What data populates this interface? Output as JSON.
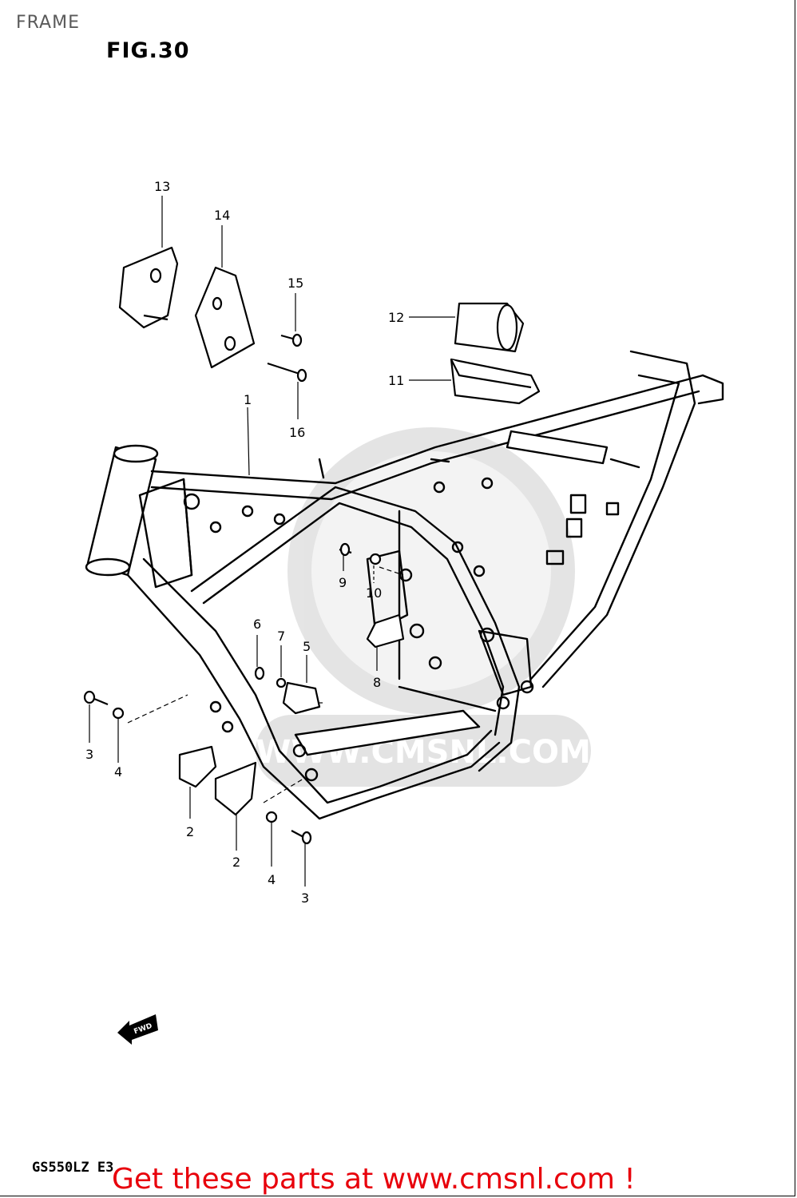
{
  "header": {
    "section_title": "FRAME",
    "figure_title": "FIG.30"
  },
  "diagram": {
    "subject": "motorcycle frame exploded parts diagram",
    "callouts": [
      "1",
      "2",
      "2",
      "3",
      "3",
      "4",
      "4",
      "5",
      "6",
      "7",
      "8",
      "9",
      "10",
      "11",
      "12",
      "13",
      "14",
      "15",
      "16"
    ]
  },
  "direction_arrow": {
    "label": "FWD"
  },
  "watermark": {
    "text": "WWW.CMSNL.COM"
  },
  "footer": {
    "model_code": "GS550LZ E3",
    "cta_text": "Get these parts at www.cmsnl.com !"
  },
  "colors": {
    "cta": "#e8000b",
    "line": "#000000",
    "watermark": "#dcdcdc"
  }
}
